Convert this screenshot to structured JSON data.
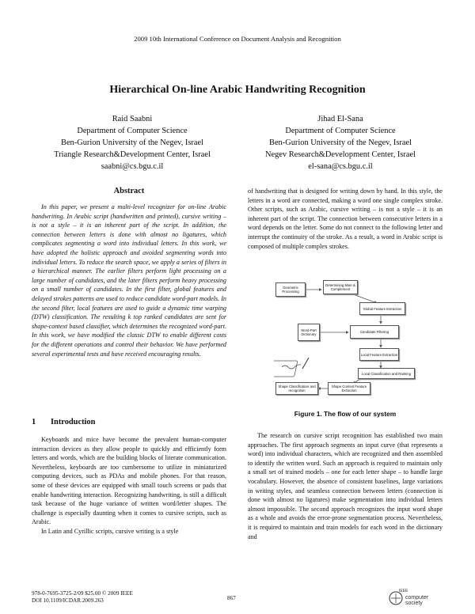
{
  "header": {
    "conference": "2009 10th International Conference on Document Analysis and Recognition"
  },
  "paper": {
    "title": "Hierarchical On-line Arabic Handwriting Recognition"
  },
  "authors": [
    {
      "name": "Raid Saabni",
      "dept": "Department of Computer Science",
      "univ": "Ben-Gurion University of the Negev, Israel",
      "center": "Triangle Research&Development Center, Israel",
      "email": "saabni@cs.bgu.c.il"
    },
    {
      "name": "Jihad El-Sana",
      "dept": "Department of Computer Science",
      "univ": "Ben-Gurion University of the Negev, Israel",
      "center": "Negev Research&Development Center, Israel",
      "email": "el-sana@cs.bgu.c.il"
    }
  ],
  "abstract": {
    "heading": "Abstract",
    "text": "In this paper, we present a multi-level recognizer for on-line Arabic handwriting. In Arabic script (handwritten and printed), cursive writing – is not a style – it is an inherent part of the script. In addition, the connection between letters is done with almost no ligatures, which complicates segmenting a word into individual letters. In this work, we have adopted the holistic approach and avoided segmenting words into individual letters. To reduce the search space, we apply a series of filters in a hierarchical manner. The earlier filters perform light processing on a large number of candidates, and the later filters perform heavy processing on a small number of candidates. In the first filter, global features and delayed strokes patterns are used to reduce candidate word-part models. In the second filter, local features are used to guide a dynamic time warping (DTW) classification. The resulting k top ranked candidates are sent for shape-context based classifier, which determines the recognized word-part. In this work, we have modified the classic DTW to enable different costs for the different operations and control their behavior. We have performed several experimental tests and have received encouraging results."
  },
  "intro": {
    "number": "1",
    "heading": "Introduction",
    "p1": "Keyboards and mice have become the prevalent human-computer interaction devices as they allow people to quickly and efficiently form letters and words, which are the building blocks of literate communication. Nevertheless, keyboards are too cumbersome to utilize in miniaturized computing devices, such as PDAs and mobile phones. For that reason, some of these devices are equipped with small touch screens or pads that enable handwriting interaction. Recognizing handwriting, is still a difficult task because of the huge variance of written word/letter shapes. The challenge is especially daunting when it comes to cursive scripts, such as Arabic.",
    "p2": "In Latin and Cyrillic scripts, cursive writing is a style"
  },
  "right_column": {
    "p1": "of handwriting that is designed for writing down by hand. In this style, the letters in a word are connected, making a word one single complex stroke. Other scripts, such as Arabic, cursive writing – is not a style – it is an inherent part of the script. The connection between consecutive letters in a word depends on the letter. Some do not connect to the following letter and interrupt the continuity of the stroke. As a result, a word in Arabic script is composed of multiple complex strokes.",
    "p2": "The research on cursive script recognition has established two main approaches. The first approach segments an input curve (that represents a word) into individual characters, which are recognized and then assembled to identify the written word. Such an approach is required to maintain only a small set of trained models – one for each letter shape – to handle large vocabulary. However, the absence of consistent baselines, large variations in writing styles, and seamless connection between letters (connection is done with almost no ligatures) make segmentation into individual letters almost impossible. The second approach recognizes the input word shape as a whole and avoids the error-prone segmentation process. Nevertheless, it is required to maintain and train models for each word in the dictionary and"
  },
  "figure": {
    "caption": "Figure 1. The flow of our system",
    "boxes": {
      "geometric": "Geometric Processing",
      "main_complement": "Determining Main & Complement",
      "global_feature": "Global Feature Extraction",
      "word_part": "Word-Part Dictionary",
      "candidate": "Candidate Filtering",
      "local_feature": "Local Feature Extraction",
      "local_class": "Local Classification and Ranking",
      "shape_class": "Shape Classification and recognition",
      "shape_context": "Shape Context Feature Extraction"
    }
  },
  "footer": {
    "isbn": "978-0-7695-3725-2/09 $25.00 © 2009 IEEE",
    "doi": "DOI 10.1109/ICDAR.2009.263",
    "page": "867",
    "logo_text": "computer society",
    "logo_prefix": "IEEE"
  }
}
